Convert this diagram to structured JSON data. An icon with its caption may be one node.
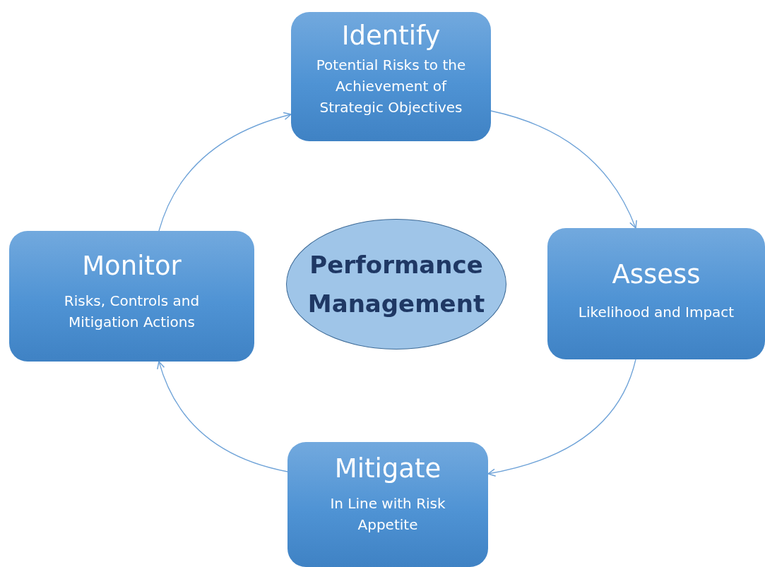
{
  "diagram": {
    "nodes": [
      {
        "text": [
          "Identify",
          "Potential Risks to the Achievement of Strategic Objectives"
        ]
      },
      {
        "text": [
          "Performance Management"
        ]
      },
      {
        "text": [
          "Monitor",
          "Risks, Controls and Mitigation Actions"
        ]
      },
      {
        "text": [
          "Assess",
          "Likelihood and Impact"
        ]
      },
      {
        "text": [
          "Mitigate",
          "In Line with Risk Appetite"
        ]
      }
    ],
    "edges": [
      {
        "from": 2,
        "to": 0,
        "arrow": "to"
      },
      {
        "from": 0,
        "to": 3,
        "arrow": "to"
      },
      {
        "from": 3,
        "to": 4,
        "arrow": "to"
      },
      {
        "from": 4,
        "to": 2,
        "arrow": "to"
      }
    ]
  }
}
